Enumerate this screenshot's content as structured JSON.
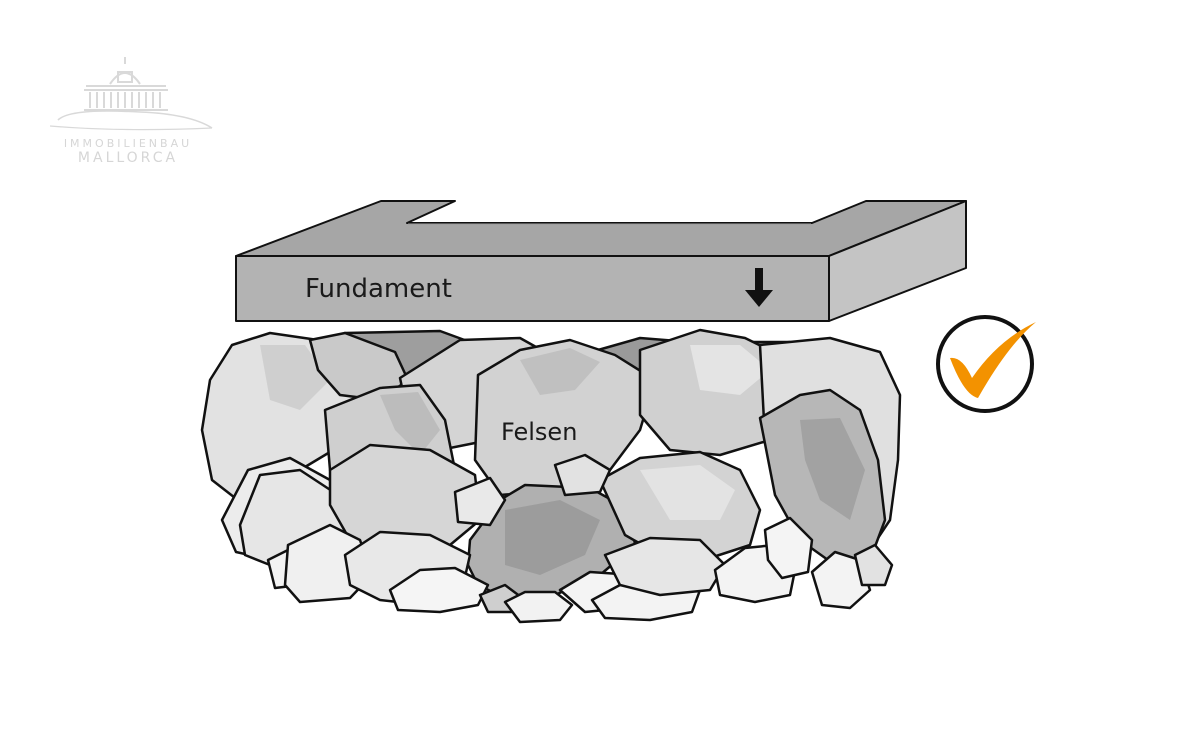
{
  "logo": {
    "line1": "IMMOBILIENBAU",
    "line2": "MALLORCA"
  },
  "labels": {
    "foundation": "Fundament",
    "rock": "Felsen"
  },
  "icons": {
    "arrow": "arrow-down-icon",
    "check": "checkmark-circle-icon"
  },
  "colors": {
    "foundation_front": "#b3b3b3",
    "foundation_top": "#a6a6a6",
    "foundation_side": "#c6c6c6",
    "rock_light": "#e6e6e6",
    "rock_mid": "#c9c9c9",
    "rock_dark": "#9e9e9e",
    "check_orange": "#f39200",
    "outline": "#111111",
    "logo_grey": "#d6d6d6"
  }
}
